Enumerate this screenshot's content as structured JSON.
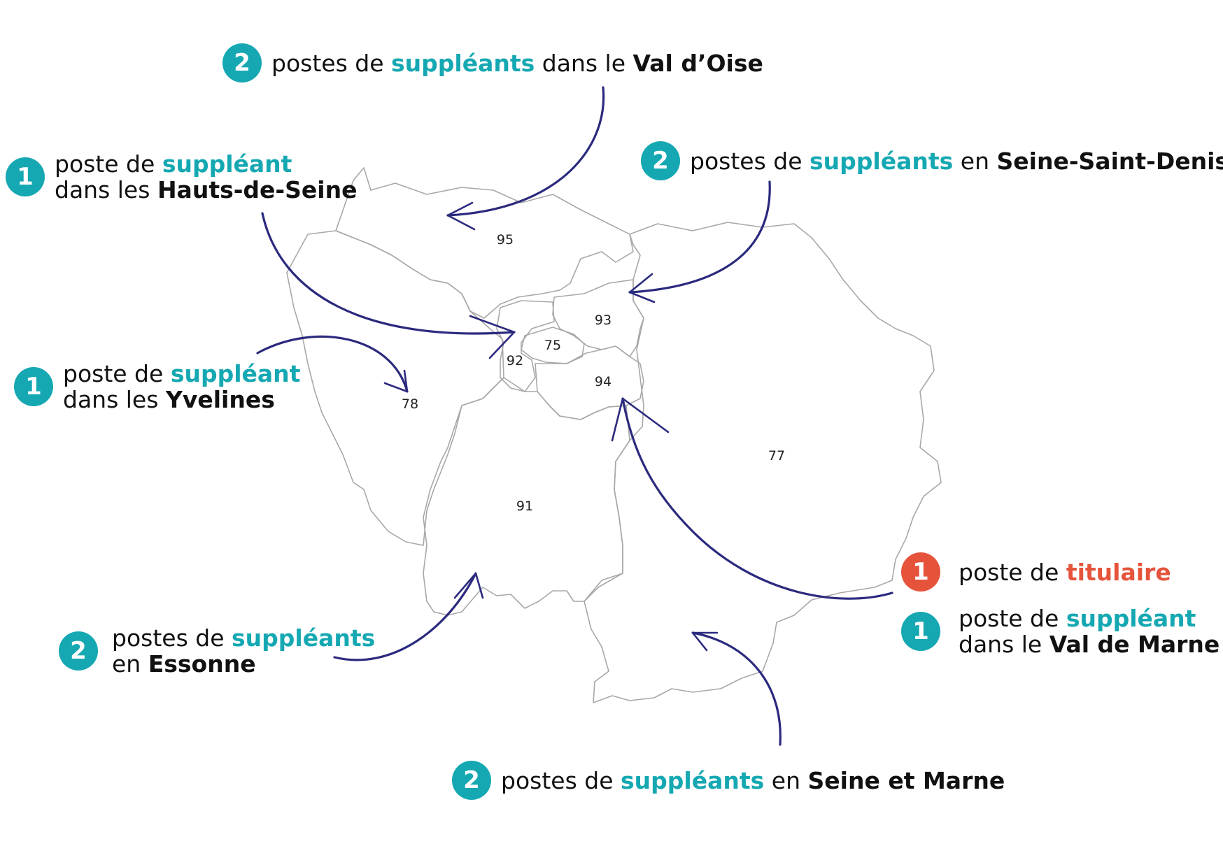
{
  "colors": {
    "accent": "#15a8b2",
    "titulaire": "#e6533b",
    "arrow": "#2b2a7e",
    "border": "#a8a8a8"
  },
  "departments": [
    {
      "code": "95"
    },
    {
      "code": "93"
    },
    {
      "code": "75"
    },
    {
      "code": "92"
    },
    {
      "code": "94"
    },
    {
      "code": "78"
    },
    {
      "code": "77"
    },
    {
      "code": "91"
    }
  ],
  "callouts": {
    "val_doise": {
      "count": "2",
      "pre": "postes de",
      "kind": "suppléants",
      "mid": "dans le",
      "place": "Val d’Oise"
    },
    "hauts_de_seine": {
      "count": "1",
      "pre": "poste de",
      "kind": "suppléant",
      "line2": "dans les",
      "place": "Hauts-de-Seine"
    },
    "seine_saint_denis": {
      "count": "2",
      "pre": "postes de",
      "kind": "suppléants",
      "mid": "en",
      "place": "Seine-Saint-Denis"
    },
    "yvelines": {
      "count": "1",
      "pre": "poste de",
      "kind": "suppléant",
      "line2": "dans les",
      "place": "Yvelines"
    },
    "titulaire": {
      "count": "1",
      "pre": "poste de",
      "kind": "titulaire"
    },
    "val_de_marne": {
      "count": "1",
      "pre": "poste de",
      "kind": "suppléant",
      "line2": "dans le",
      "place": "Val de Marne"
    },
    "essonne": {
      "count": "2",
      "pre": "postes de",
      "kind": "suppléants",
      "line2": "en",
      "place": "Essonne"
    },
    "seine_et_marne": {
      "count": "2",
      "pre": "postes de",
      "kind": "suppléants",
      "mid": "en",
      "place": "Seine et Marne"
    }
  }
}
